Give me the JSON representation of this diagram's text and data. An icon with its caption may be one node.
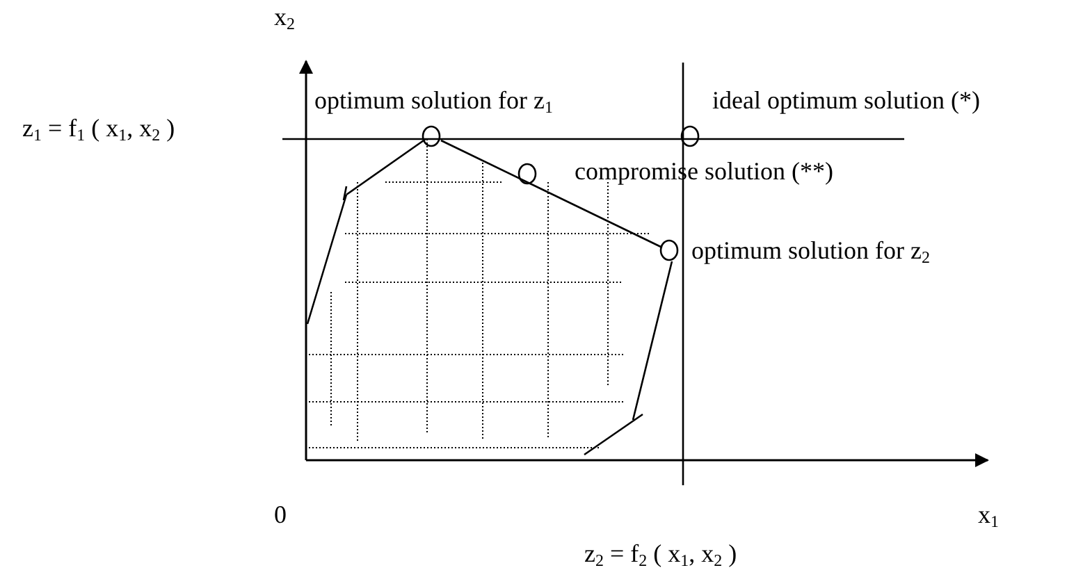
{
  "diagram": {
    "labels": [
      "x$_{2}$",
      "optimum solution for  z$_{1}$",
      "ideal optimum solution (*)",
      "z$_{1}$ = f$_{1}$ ( x$_{1}$, x$_{2}$ )",
      "compromise solution (**)",
      "optimum solution for z$_{2}$",
      "0",
      "x$_{1}$",
      "z$_{2}$ = f$_{2}$ ( x$_{1}$, x$_{2}$ )"
    ]
  }
}
